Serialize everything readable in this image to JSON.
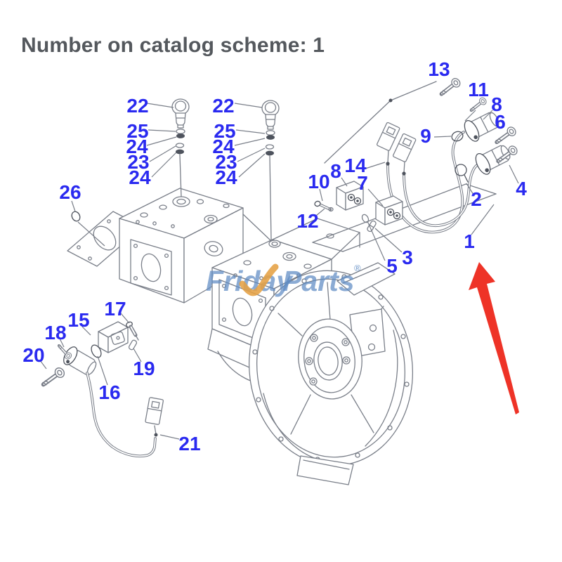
{
  "header": {
    "title": "Number on catalog scheme: 1"
  },
  "watermark": {
    "brand_left": "Friday",
    "brand_right": "Parts",
    "registered": "®"
  },
  "diagram": {
    "description": "Exploded parts diagram of hydraulic main pump assembly with flywheel housing, solenoid valves, wiring harness and numbered part callouts. A red arrow points to callout 1.",
    "colors": {
      "callout_blue": "#2a2af0",
      "title_gray": "#54585d",
      "line_gray": "#7a7f89",
      "dark_gray": "#4e535d",
      "arrow_red": "#ee3327",
      "watermark_blue": "#5f8cc4",
      "watermark_orange": "#e5a143"
    },
    "callouts": {
      "c22_left": "22",
      "c25_left": "25",
      "c24_left_upper": "24",
      "c23_left": "23",
      "c24_left_lower": "24",
      "c22_right": "22",
      "c25_right": "25",
      "c24_right_upper": "24",
      "c23_right": "23",
      "c24_right_lower": "24",
      "c26": "26",
      "c13": "13",
      "c11": "11",
      "c8_top": "8",
      "c6": "6",
      "c9": "9",
      "c14": "14",
      "c8_mid": "8",
      "c10": "10",
      "c7": "7",
      "c4": "4",
      "c2": "2",
      "c12": "12",
      "c1": "1",
      "c3": "3",
      "c5": "5",
      "c17": "17",
      "c15": "15",
      "c18": "18",
      "c20": "20",
      "c19": "19",
      "c16": "16",
      "c21": "21"
    }
  }
}
